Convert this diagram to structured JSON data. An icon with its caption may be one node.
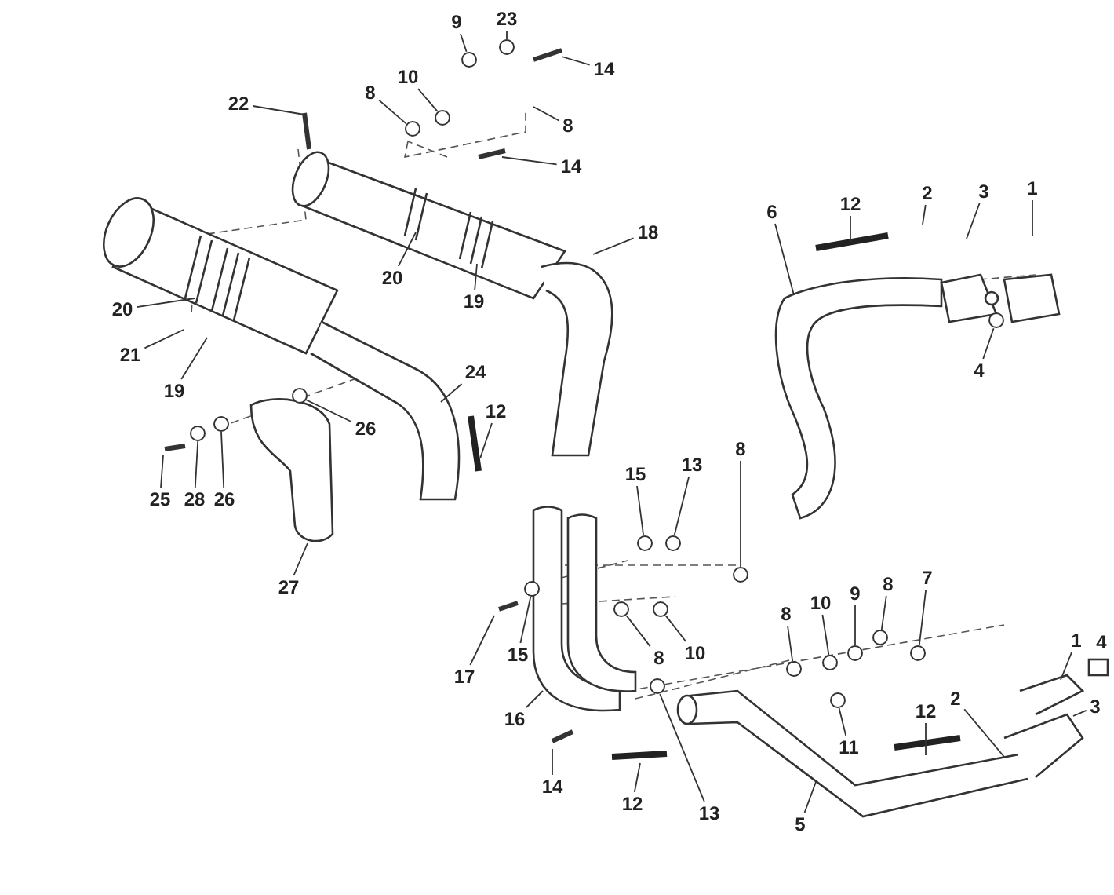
{
  "diagram": {
    "nodes": [
      {
        "text": [
          "23"
        ]
      },
      {
        "text": [
          "9"
        ]
      },
      {
        "text": [
          "14"
        ]
      },
      {
        "text": [
          "10"
        ]
      },
      {
        "text": [
          "8"
        ]
      },
      {
        "text": [
          "8"
        ]
      },
      {
        "text": [
          "22"
        ]
      },
      {
        "text": [
          "14"
        ]
      },
      {
        "text": [
          "18"
        ]
      },
      {
        "text": [
          "12"
        ]
      },
      {
        "text": [
          "2"
        ]
      },
      {
        "text": [
          "3"
        ]
      },
      {
        "text": [
          "1"
        ]
      },
      {
        "text": [
          "6"
        ]
      },
      {
        "text": [
          "20"
        ]
      },
      {
        "text": [
          "20"
        ]
      },
      {
        "text": [
          "19"
        ]
      },
      {
        "text": [
          "21"
        ]
      },
      {
        "text": [
          "19"
        ]
      },
      {
        "text": [
          "4"
        ]
      },
      {
        "text": [
          "24"
        ]
      },
      {
        "text": [
          "26"
        ]
      },
      {
        "text": [
          "12"
        ]
      },
      {
        "text": [
          "25"
        ]
      },
      {
        "text": [
          "28"
        ]
      },
      {
        "text": [
          "26"
        ]
      },
      {
        "text": [
          "27"
        ]
      },
      {
        "text": [
          "15"
        ]
      },
      {
        "text": [
          "13"
        ]
      },
      {
        "text": [
          "8"
        ]
      },
      {
        "text": [
          "17"
        ]
      },
      {
        "text": [
          "15"
        ]
      },
      {
        "text": [
          "8"
        ]
      },
      {
        "text": [
          "10"
        ]
      },
      {
        "text": [
          "16"
        ]
      },
      {
        "text": [
          "8"
        ]
      },
      {
        "text": [
          "10"
        ]
      },
      {
        "text": [
          "9"
        ]
      },
      {
        "text": [
          "8"
        ]
      },
      {
        "text": [
          "7"
        ]
      },
      {
        "text": [
          "1"
        ]
      },
      {
        "text": [
          "2"
        ]
      },
      {
        "text": [
          "3"
        ]
      },
      {
        "text": [
          "12"
        ]
      },
      {
        "text": [
          "11"
        ]
      },
      {
        "text": [
          "14"
        ]
      },
      {
        "text": [
          "12"
        ]
      },
      {
        "text": [
          "13"
        ]
      },
      {
        "text": [
          "5"
        ]
      },
      {
        "text": [],
        "shape": "circle"
      },
      {
        "text": [],
        "shape": "circle"
      },
      {
        "text": [],
        "shape": "circle"
      },
      {
        "text": [],
        "shape": "circle"
      },
      {
        "text": [],
        "shape": "circle"
      },
      {
        "text": [],
        "shape": "circle"
      },
      {
        "text": [],
        "shape": "circle"
      },
      {
        "text": [],
        "shape": "circle"
      },
      {
        "text": [],
        "shape": "circle"
      },
      {
        "text": [],
        "shape": "circle"
      },
      {
        "text": [],
        "shape": "circle"
      },
      {
        "text": [],
        "shape": "circle"
      },
      {
        "text": [],
        "shape": "circle"
      },
      {
        "text": [],
        "shape": "circle"
      },
      {
        "text": [],
        "shape": "circle"
      },
      {
        "text": [],
        "shape": "circle"
      },
      {
        "text": [],
        "shape": "circle"
      },
      {
        "text": [],
        "shape": "circle"
      },
      {
        "text": [],
        "shape": "circle"
      },
      {
        "text": [],
        "shape": "circle"
      },
      {
        "text": [],
        "shape": "circle"
      }
    ],
    "edges": [
      {
        "from": 0,
        "to": 49,
        "arrow": "none"
      },
      {
        "from": 1,
        "to": 50,
        "arrow": "none"
      },
      {
        "from": 2,
        "to": null,
        "arrow": "none"
      },
      {
        "from": 3,
        "to": 51,
        "arrow": "none"
      },
      {
        "from": 4,
        "to": 52,
        "arrow": "none"
      },
      {
        "from": 5,
        "to": null,
        "arrow": "none"
      },
      {
        "from": 6,
        "to": null,
        "arrow": "none"
      },
      {
        "from": 7,
        "to": null,
        "arrow": "none"
      },
      {
        "from": 8,
        "to": null,
        "arrow": "none"
      },
      {
        "from": 9,
        "to": null,
        "arrow": "none"
      },
      {
        "from": 10,
        "to": null,
        "arrow": "none"
      },
      {
        "from": 11,
        "to": null,
        "arrow": "none"
      },
      {
        "from": 12,
        "to": null,
        "arrow": "none"
      },
      {
        "from": 13,
        "to": null,
        "arrow": "none"
      },
      {
        "from": 14,
        "to": null,
        "arrow": "none"
      },
      {
        "from": 15,
        "to": null,
        "arrow": "none"
      },
      {
        "from": 16,
        "to": null,
        "arrow": "none"
      },
      {
        "from": 17,
        "to": null,
        "arrow": "none"
      },
      {
        "from": 18,
        "to": null,
        "arrow": "none"
      },
      {
        "from": 19,
        "to": 53,
        "arrow": "none"
      },
      {
        "from": 20,
        "to": null,
        "arrow": "none"
      },
      {
        "from": 21,
        "to": 54,
        "arrow": "none"
      },
      {
        "from": 22,
        "to": null,
        "arrow": "none"
      },
      {
        "from": 23,
        "to": null,
        "arrow": "none"
      },
      {
        "from": 24,
        "to": 56,
        "arrow": "none"
      },
      {
        "from": 25,
        "to": 55,
        "arrow": "none"
      },
      {
        "from": 26,
        "to": null,
        "arrow": "none"
      },
      {
        "from": 27,
        "to": 57,
        "arrow": "none"
      },
      {
        "from": 28,
        "to": 58,
        "arrow": "none"
      },
      {
        "from": 29,
        "to": 59,
        "arrow": "none"
      },
      {
        "from": 30,
        "to": null,
        "arrow": "none"
      },
      {
        "from": 31,
        "to": 60,
        "arrow": "none"
      },
      {
        "from": 32,
        "to": 61,
        "arrow": "none"
      },
      {
        "from": 33,
        "to": 62,
        "arrow": "none"
      },
      {
        "from": 34,
        "to": null,
        "arrow": "none"
      },
      {
        "from": 35,
        "to": 67,
        "arrow": "none"
      },
      {
        "from": 36,
        "to": 66,
        "arrow": "none"
      },
      {
        "from": 37,
        "to": 64,
        "arrow": "none"
      },
      {
        "from": 38,
        "to": 63,
        "arrow": "none"
      },
      {
        "from": 39,
        "to": 65,
        "arrow": "none"
      },
      {
        "from": 40,
        "to": null,
        "arrow": "none"
      },
      {
        "from": 41,
        "to": null,
        "arrow": "none"
      },
      {
        "from": 42,
        "to": null,
        "arrow": "none"
      },
      {
        "from": 43,
        "to": null,
        "arrow": "none"
      },
      {
        "from": 44,
        "to": 69,
        "arrow": "none"
      },
      {
        "from": 45,
        "to": null,
        "arrow": "none"
      },
      {
        "from": 46,
        "to": null,
        "arrow": "none"
      },
      {
        "from": 47,
        "to": 68,
        "arrow": "none"
      },
      {
        "from": 48,
        "to": null,
        "arrow": "none"
      }
    ],
    "labels": [
      "4"
    ]
  }
}
